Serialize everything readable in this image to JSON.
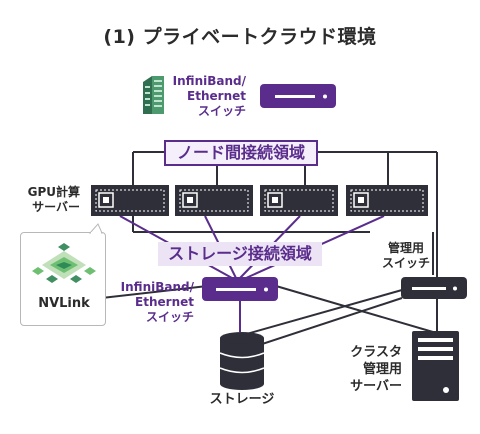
{
  "title": "(1) プライベートクラウド環境",
  "labels": {
    "top_switch": [
      "InfiniBand/",
      "Ethernet",
      "スイッチ"
    ],
    "gpu_server": [
      "GPU計算",
      "サーバー"
    ],
    "node_zone": "ノード間接続領域",
    "storage_zone": "ストレージ接続領域",
    "mgmt_switch": [
      "管理用",
      "スイッチ"
    ],
    "mid_switch": [
      "InfiniBand/",
      "Ethernet",
      "スイッチ"
    ],
    "nvlink": "NVLink",
    "storage": "ストレージ",
    "cluster_server": [
      "クラスタ",
      "管理用",
      "サーバー"
    ]
  },
  "colors": {
    "purple": "#5a2d8c",
    "dark": "#2f2f3a",
    "green": "#3f8f62"
  }
}
